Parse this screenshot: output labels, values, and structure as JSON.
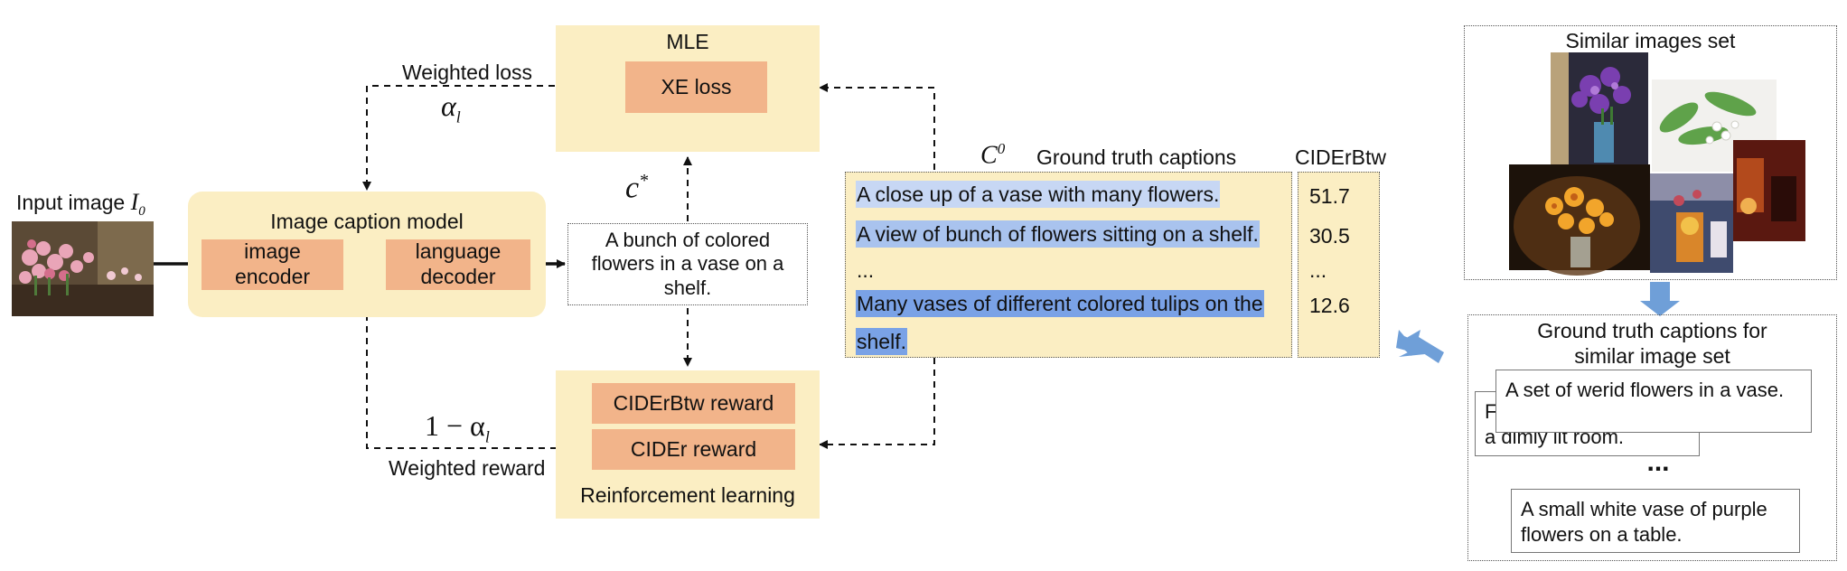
{
  "input": {
    "label": "Input image",
    "symbol": "I",
    "subscript": "0"
  },
  "model": {
    "title": "Image caption model",
    "encoder": "image encoder",
    "decoder": "language decoder"
  },
  "generated_caption": "A bunch of colored flowers in a vase on a shelf.",
  "c_star": {
    "symbol": "c",
    "superscript": "*"
  },
  "mle": {
    "title": "MLE",
    "loss": "XE loss"
  },
  "weighted_loss": {
    "label": "Weighted loss",
    "symbol": "α",
    "subscript": "l"
  },
  "rl": {
    "title": "Reinforcement learning",
    "reward1": "CIDErBtw reward",
    "reward2": "CIDEr reward"
  },
  "weighted_reward": {
    "label": "Weighted reward",
    "expr": "1 − α",
    "subscript": "l"
  },
  "gt": {
    "symbol": "C",
    "superscript": "0",
    "title": "Ground truth captions",
    "score_title": "CIDErBtw",
    "captions": [
      "A close up of a vase with many flowers.",
      "A view of bunch of flowers sitting on a shelf.",
      "...",
      "Many vases of different colored tulips on the",
      "shelf."
    ],
    "scores": [
      "51.7",
      "30.5",
      "...",
      "12.6"
    ]
  },
  "similar": {
    "title": "Similar images set",
    "gt_title_line1": "Ground truth captions for",
    "gt_title_line2": "similar image set",
    "card_back_prefix": "F",
    "card_back_line2": "a dimly lit room.",
    "card_front": "A set of werid flowers in a vase.",
    "ellipsis": "...",
    "card_bottom": "A small white vase of purple flowers on a table."
  },
  "colors": {
    "cream": "#fbeec3",
    "orange": "#f2b48a",
    "highlight_light": "#c7d7f4",
    "highlight_mid": "#a9c3ee",
    "highlight_strong": "#7aa2e6",
    "blue_arrow": "#6f9fd8"
  }
}
